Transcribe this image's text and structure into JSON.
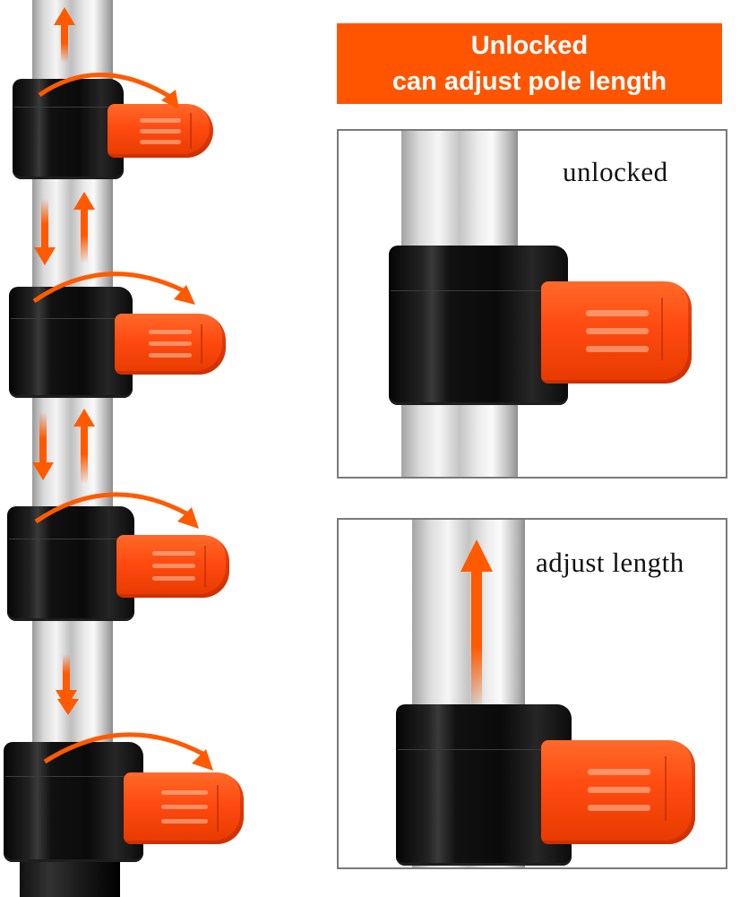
{
  "banner": {
    "line1": "Unlocked",
    "line2": "can adjust pole length",
    "background_color": "#ff5500",
    "text_color": "#ffffff"
  },
  "panels": [
    {
      "id": "unlocked",
      "label": "unlocked"
    },
    {
      "id": "adjust",
      "label": "adjust length"
    }
  ],
  "left_pole": {
    "clamps": [
      {
        "index": 1,
        "state": "unlocked",
        "rotation_arrow": "arc-arrow-right"
      },
      {
        "index": 2,
        "state": "unlocked",
        "rotation_arrow": "arc-arrow-right"
      },
      {
        "index": 3,
        "state": "unlocked",
        "rotation_arrow": "arc-arrow-right"
      },
      {
        "index": 4,
        "state": "unlocked",
        "rotation_arrow": "arc-arrow-right"
      }
    ],
    "direction_arrows": [
      "up",
      "down",
      "up",
      "down",
      "up",
      "down",
      "down"
    ]
  },
  "colors": {
    "accent_orange": "#ff5500",
    "clamp_black": "#0a0a0a",
    "tab_orange": "#ff4a10",
    "pole_silver": "#d9d9d9",
    "panel_border": "#7a7a7a"
  }
}
